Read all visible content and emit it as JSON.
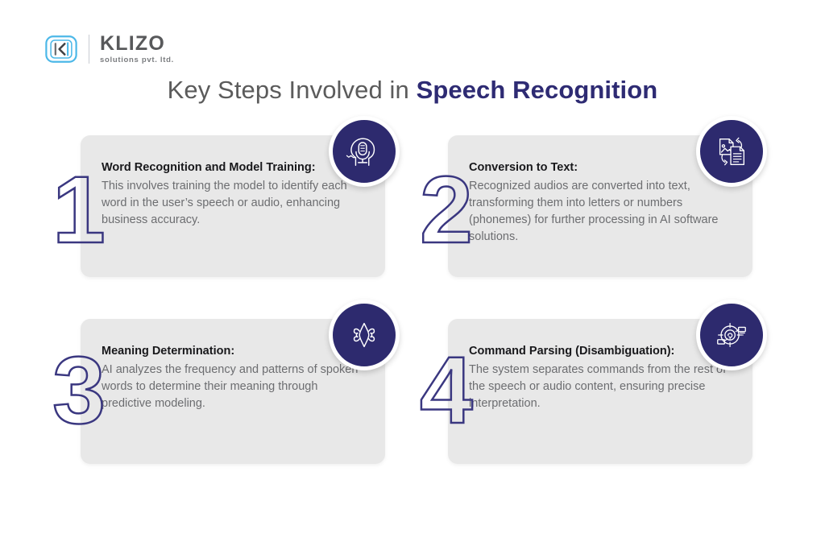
{
  "brand": {
    "logo_icon": "klizo-bracket-k-icon",
    "name": "KLIZO",
    "tagline": "solutions pvt. ltd."
  },
  "header": {
    "title_plain": "Key Steps Involved in ",
    "title_accent": "Speech Recognition"
  },
  "colors": {
    "navy": "#2d2a6e",
    "numeral_outline": "#3a3780",
    "card_bg": "#e8e8e8",
    "title_grey": "#5b5b5b",
    "body_grey": "#6c6d70",
    "heading_black": "#18181b",
    "logo_grey": "#58595b",
    "logo_accent": "#4cb8e8"
  },
  "steps": [
    {
      "number": "1",
      "icon": "head-with-microphone-icon",
      "title": "Word Recognition and Model Training:",
      "body": "This involves training the model to identify each word in the user’s speech or audio, enhancing business accuracy."
    },
    {
      "number": "2",
      "icon": "document-conversion-icon",
      "title": "Conversion to Text:",
      "body": "Recognized audios are converted into text, transforming them into letters or numbers (phonemes) for further processing in AI software solutions."
    },
    {
      "number": "3",
      "icon": "symmetric-waveform-icon",
      "title": "Meaning Determination:",
      "body": "AI analyzes the frequency and patterns of spoken words to determine their meaning through predictive modeling."
    },
    {
      "number": "4",
      "icon": "target-network-nodes-icon",
      "title": "Command Parsing (Disambiguation):",
      "body": "The system separates commands from the rest of the speech or audio content, ensuring precise interpretation."
    }
  ]
}
